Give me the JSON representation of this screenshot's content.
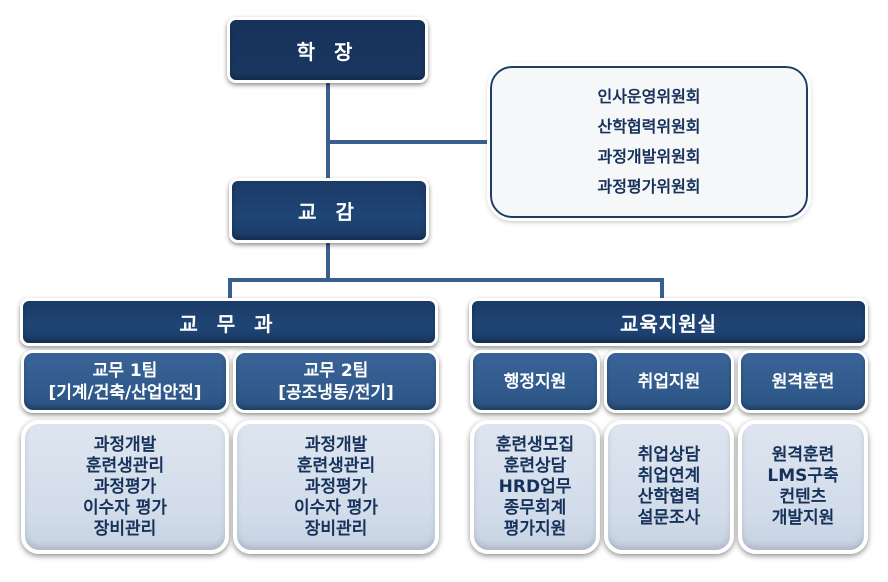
{
  "principal": {
    "label": "학 장"
  },
  "vice_principal": {
    "label": "교 감"
  },
  "committees": {
    "items": [
      "인사운영위원회",
      "산학협력위원회",
      "과정개발위원회",
      "과정평가위원회"
    ]
  },
  "academic_affairs": {
    "label": "교 무 과",
    "teams": [
      {
        "title": "교무 1팀",
        "subtitle": "[기계/건축/산업안전]",
        "duties": [
          "과정개발",
          "훈련생관리",
          "과정평가",
          "이수자 평가",
          "장비관리"
        ]
      },
      {
        "title": "교무 2팀",
        "subtitle": "[공조냉동/전기]",
        "duties": [
          "과정개발",
          "훈련생관리",
          "과정평가",
          "이수자 평가",
          "장비관리"
        ]
      }
    ]
  },
  "education_support": {
    "label": "교육지원실",
    "teams": [
      {
        "title": "행정지원",
        "duties": [
          "훈련생모집",
          "훈련상담",
          "HRD업무",
          "종무회계",
          "평가지원"
        ]
      },
      {
        "title": "취업지원",
        "duties": [
          "취업상담",
          "취업연계",
          "산학협력",
          "설문조사"
        ]
      },
      {
        "title": "원격훈련",
        "duties": [
          "원격훈련",
          "LMS구축",
          "컨텐츠",
          "개발지원"
        ]
      }
    ]
  },
  "colors": {
    "dark_navy": "#17325a",
    "mid_blue": "#305a8c",
    "light_box": "#d2dcea",
    "connector": "#3a5f8f"
  }
}
